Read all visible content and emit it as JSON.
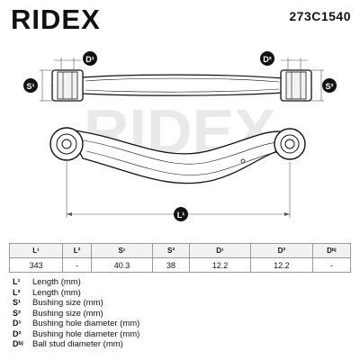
{
  "brand": {
    "logo_text": "RIDEX",
    "part_number": "273C1540"
  },
  "drawing": {
    "labels": {
      "d1": "D¹",
      "d2": "D²",
      "s1": "S¹",
      "s2": "S²",
      "l1": "L¹"
    },
    "colors": {
      "part_fill": "#ffffff",
      "line": "#111111",
      "badge": "#111111",
      "dimension": "#555555"
    }
  },
  "specs_table": {
    "headers": [
      "L¹",
      "L²",
      "S¹",
      "S²",
      "D¹",
      "D²",
      "Dᵇʲ"
    ],
    "values": [
      "343",
      "-",
      "40.3",
      "38",
      "12.2",
      "12.2",
      "-"
    ]
  },
  "legend": [
    {
      "key": "L¹",
      "desc": "Length (mm)"
    },
    {
      "key": "L²",
      "desc": "Length (mm)"
    },
    {
      "key": "S¹",
      "desc": "Bushing size (mm)"
    },
    {
      "key": "S²",
      "desc": "Bushing size (mm)"
    },
    {
      "key": "D¹",
      "desc": "Bushing hole diameter (mm)"
    },
    {
      "key": "D²",
      "desc": "Bushing hole diameter (mm)"
    },
    {
      "key": "Dᵇʲ",
      "desc": "Ball stud diameter (mm)"
    }
  ]
}
